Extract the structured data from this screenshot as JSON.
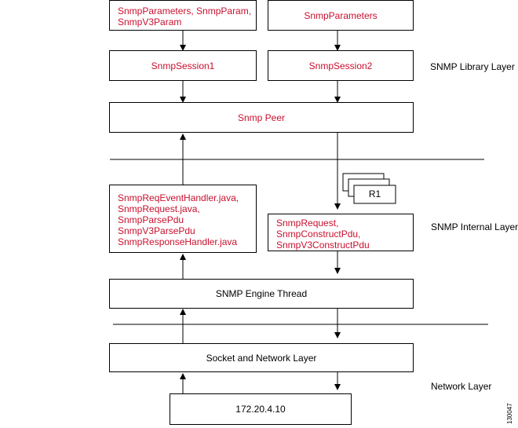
{
  "boxes": {
    "params_left": [
      "SnmpParameters, SnmpParam,",
      "SnmpV3Param"
    ],
    "params_right": "SnmpParameters",
    "session1": "SnmpSession1",
    "session2": "SnmpSession2",
    "peer": "Snmp Peer",
    "handlers": [
      "SnmpReqEventHandler.java,",
      "SnmpRequest.java,",
      "SnmpParsePdu",
      "SnmpV3ParsePdu",
      "SnmpResponseHandler.java"
    ],
    "stack_card": "R1",
    "construct": [
      "SnmpRequest,",
      "SnmpConstructPdu,",
      "SnmpV3ConstructPdu"
    ],
    "engine": "SNMP Engine Thread",
    "socket": "Socket and Network Layer",
    "address": "172.20.4.10"
  },
  "layers": {
    "library": "SNMP Library Layer",
    "internal": "SNMP Internal Layer",
    "network": "Network Layer"
  },
  "figure_id": "130047",
  "colors": {
    "accent_text": "#c8102e",
    "line": "#000000"
  }
}
